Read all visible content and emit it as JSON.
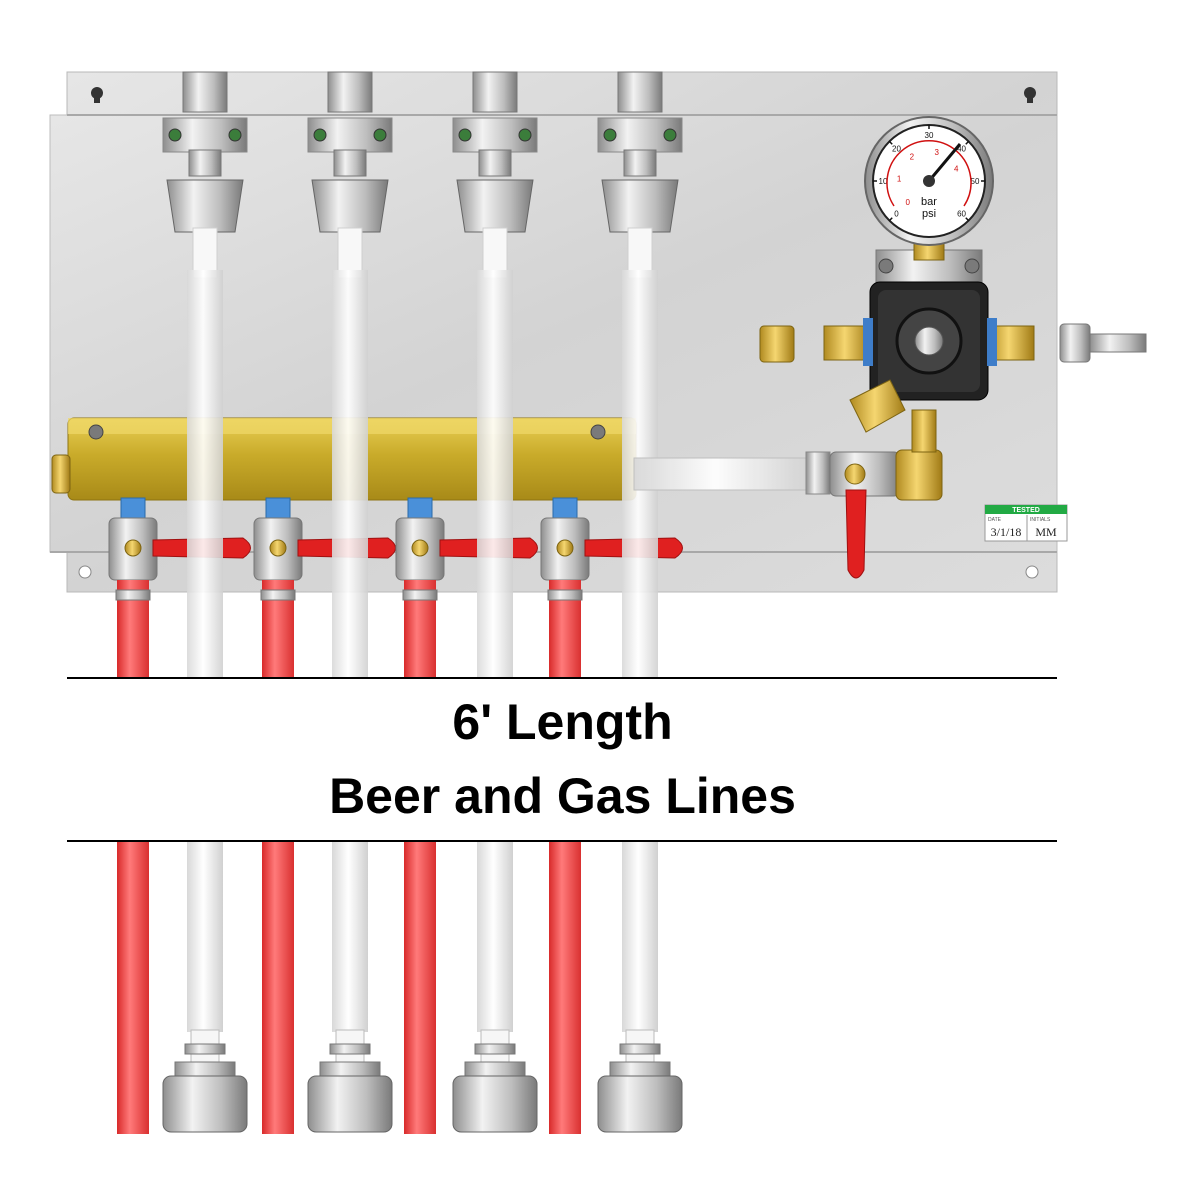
{
  "caption": {
    "line1": "6' Length",
    "line2": "Beer and Gas Lines"
  },
  "gauge": {
    "outer_ticks": [
      "0",
      "10",
      "20",
      "30",
      "40",
      "50",
      "60"
    ],
    "inner_ticks": [
      "0",
      "1",
      "2",
      "3",
      "4"
    ],
    "unit_bar": "bar",
    "unit_psi": "psi"
  },
  "test_tag": {
    "header": "TESTED",
    "date_label": "DATE",
    "initials_label": "INITIALS",
    "date": "3/1/18",
    "initials": "MM"
  },
  "colors": {
    "panel": "#d9d9d9",
    "manifold": "#d4b836",
    "gas_line": "#ef3f3f",
    "beer_line": "#f4f4f4",
    "valve_handle": "#e02020",
    "tag_green": "#22aa44"
  }
}
